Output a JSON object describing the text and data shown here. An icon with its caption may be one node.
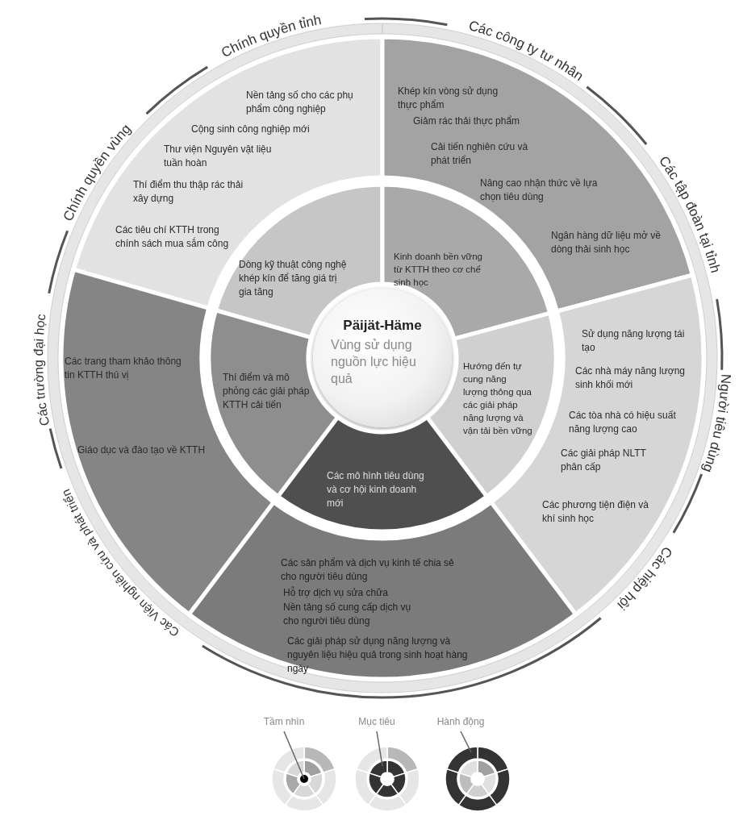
{
  "diagram": {
    "nodes": [
      {
        "text": [
          "Nền tảng số cho các phụ phẩm công nghiệp",
          "Cộng sinh công nghiệp mới",
          "Thư viện Nguyên vật liệu tuần hoàn",
          "Thí điểm thu thập rác thải xây dựng",
          "Các tiêu chí KTTH trong chính sách mua sắm công"
        ]
      },
      {
        "text": [
          "Khép kín vòng sử dụng thực phẩm",
          "Giảm rác thải thực phẩm",
          "Cải tiến nghiên cứu và phát triển",
          "Nâng cao nhận thức về lựa chọn tiêu dùng",
          "Ngân hàng dữ liệu mở về dòng thải sinh học"
        ]
      },
      {
        "text": [
          "Dòng kỹ thuật công nghệ khép kín để tăng giá trị gia tăng"
        ]
      },
      {
        "text": [
          "Kinh doanh bền vững từ KTTH theo cơ chế sinh học"
        ]
      },
      {
        "text": [
          "Päijät-Häme",
          "Vùng sử dụng nguồn lực hiệu quả"
        ]
      },
      {
        "text": [
          "Các trang tham khảo thông tin KTTH thú vị",
          "Giáo dục và đào tạo về KTTH"
        ]
      },
      {
        "text": [
          "Thí điểm và mô phỏng các giải pháp KTTH cải tiến"
        ]
      },
      {
        "text": [
          "Hướng đến tự cung năng lượng thông qua các giải pháp năng lượng và vận tải bền vững"
        ]
      },
      {
        "text": [
          "Sử dụng năng lượng tái tạo",
          "Các nhà máy năng lượng sinh khối mới",
          "Các tòa nhà có hiệu suất năng lượng cao",
          "Các giải pháp NLTT phân cấp",
          "Các phương tiện điện và khí sinh học"
        ]
      },
      {
        "text": [
          "Các mô hình tiêu dùng và cơ hội kinh doanh mới"
        ]
      },
      {
        "text": [
          "Các sản phẩm và dịch vụ kinh tế chia sẻ cho người tiêu dùng",
          "Hỗ trợ dịch vụ sửa chữa",
          "Nền tảng số cung cấp dịch vụ cho người tiêu dùng",
          "Các giải pháp sử dụng năng lượng và nguyên liệu hiệu quả trong sinh hoạt hàng ngày"
        ]
      }
    ],
    "labels": [
      "Chính quyền tỉnh",
      "Các công ty tư nhân",
      "Chính quyền vùng",
      "Các tập đoàn tại tỉnh",
      "Các trường đại học",
      "Người tiêu dùng",
      "Các Viện nghiên cứu và phát triển",
      "Các hiệp hội"
    ],
    "legend": [
      {
        "text": "Tầm nhìn"
      },
      {
        "text": "Mục tiêu"
      },
      {
        "text": "Hành động"
      }
    ]
  }
}
